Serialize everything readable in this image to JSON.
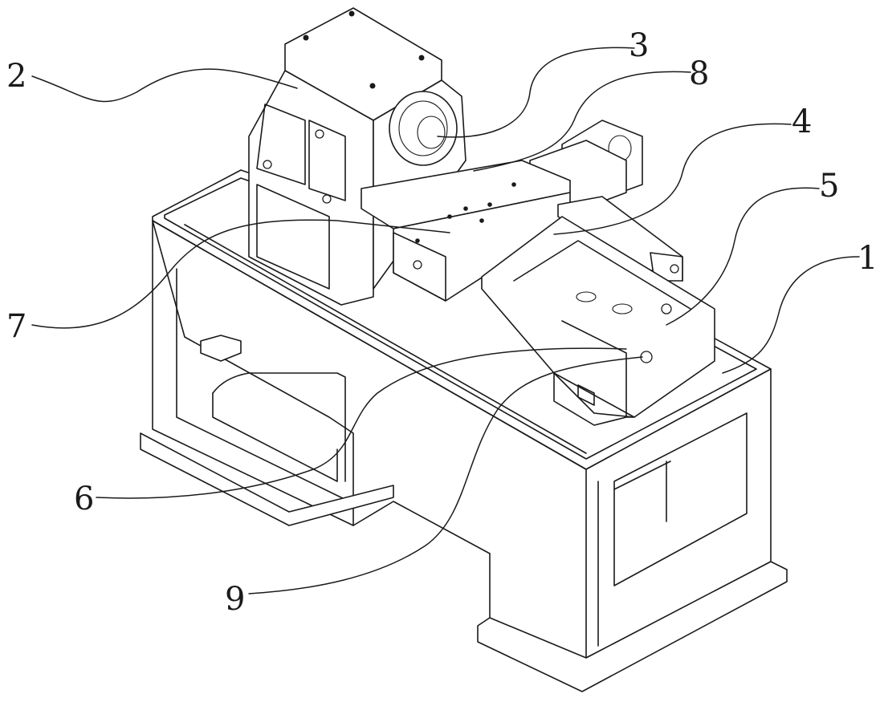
{
  "labels": {
    "n1": "1",
    "n2": "2",
    "n3": "3",
    "n4": "4",
    "n5": "5",
    "n6": "6",
    "n7": "7",
    "n8": "8",
    "n9": "9"
  }
}
